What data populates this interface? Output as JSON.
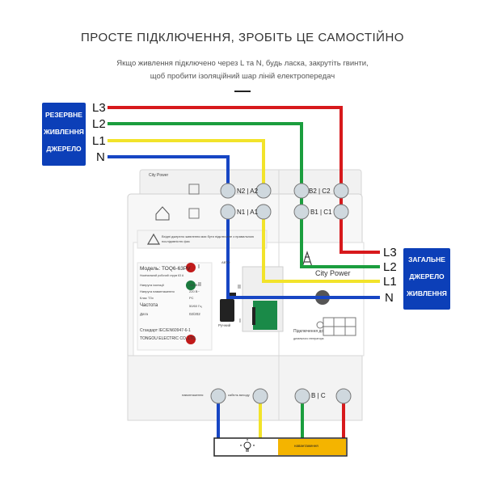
{
  "header": {
    "title": "ПРОСТЕ ПІДКЛЮЧЕННЯ, ЗРОБІТЬ ЦЕ САМОСТІЙНО",
    "subtitle_line1": "Якщо живлення підключено через L та N, будь ласка, закрутіть гвинти,",
    "subtitle_line2": "щоб пробити ізоляційний шар ліній електропередач"
  },
  "backup_source": {
    "line1": "РЕЗЕРВНЕ",
    "line2": "ЖИВЛЕННЯ",
    "line3": "ДЖЕРЕЛО"
  },
  "main_source": {
    "line1": "ЗАГАЛЬНЕ",
    "line2": "ДЖЕРЕЛО",
    "line3": "ЖИВЛЕННЯ"
  },
  "left_wires": [
    "L3",
    "L2",
    "L1",
    "N"
  ],
  "right_wires": [
    "L3",
    "L2",
    "L1",
    "N"
  ],
  "colors": {
    "l3": "#d7191c",
    "l2": "#1b9e3e",
    "l1": "#f2e32a",
    "n": "#1746c4",
    "source_box": "#0c3fb8",
    "load_bar": "#f4b400"
  },
  "device": {
    "brand_top": "City Power",
    "brand_front": "City Power",
    "terminal_top_upper": "N2 | A2",
    "terminal_top_upper_right": "B2 | C2",
    "terminal_top_lower": "N1 | A1",
    "terminal_top_lower_right": "B1 | C1",
    "warning": "Вхідні джерело живлення має бути підключене з правильною послідовністю фаз",
    "model": "Модель: TOQ6-63PV",
    "rated_current": "Номінальний робочий струм 63 А",
    "voltage": "Напруга ізоляції",
    "voltage_value": "240 В~",
    "load_voltage": "Напруга навантаження",
    "load_voltage_value": "220 В~",
    "class": "Клас ТЗх",
    "class_value": "PC",
    "frequency": "Частота",
    "frequency_value": "50/60 Гц",
    "date": "Дата",
    "date_value": "02/202",
    "standard": "Стандарт IEC/EN60947-6-1",
    "company": "TONGOU ELECTRIC CO.,LTD.",
    "indicator_1": "I",
    "indicator_2": "II",
    "manual": "Ручний",
    "mode_label": "АВТО",
    "lever_top": "II",
    "lever_bottom": "I",
    "bottom_left_label": "навантаження",
    "bottom_mid_label": "кабель виходу",
    "bottom_right": "B | C",
    "solar_caption": "Підключення до",
    "solar_caption2": "дизельного генератора"
  },
  "load_bar": {
    "label": "навантаження"
  }
}
